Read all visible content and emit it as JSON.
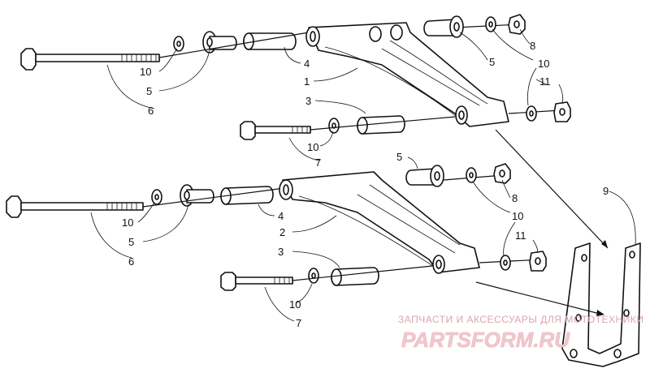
{
  "callouts": {
    "c1": "1",
    "c2": "2",
    "c3a": "3",
    "c3b": "3",
    "c4a": "4",
    "c4b": "4",
    "c5a": "5",
    "c5b": "5",
    "c5c": "5",
    "c5d": "5",
    "c6a": "6",
    "c6b": "6",
    "c7a": "7",
    "c7b": "7",
    "c8a": "8",
    "c8b": "8",
    "c9": "9",
    "c10a": "10",
    "c10b": "10",
    "c10c": "10",
    "c10d": "10",
    "c10e": "10",
    "c10f": "10",
    "c11a": "11",
    "c11b": "11"
  },
  "watermark": {
    "caption": "ЗАПЧАСТИ И АКСЕССУАРЫ ДЛЯ МОТОТЕХНИКИ",
    "logo": "PARTSFORM.RU"
  }
}
